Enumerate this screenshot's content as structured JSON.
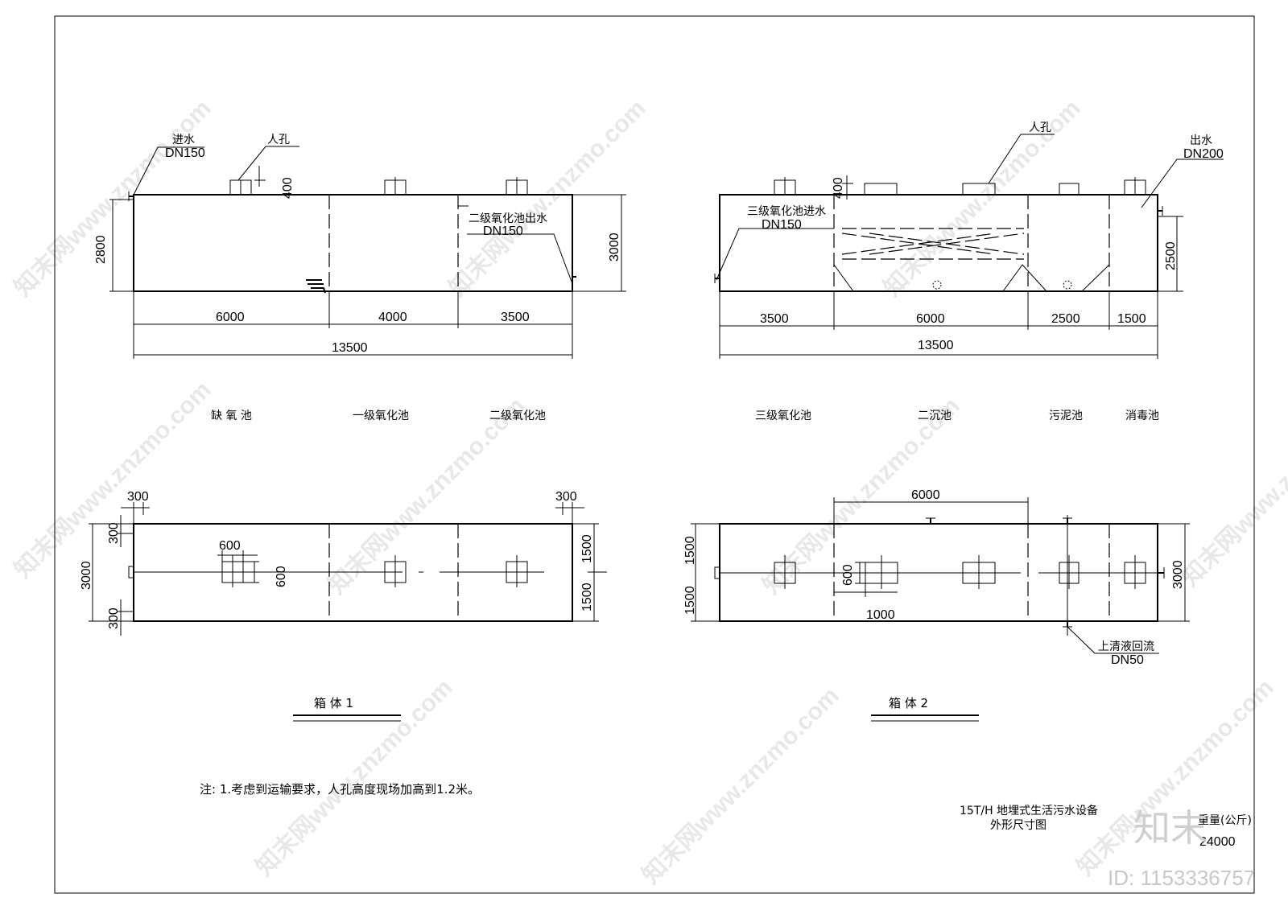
{
  "tank1": {
    "inlet_label": "进水",
    "inlet_size": "DN150",
    "manhole_label": "人孔",
    "manhole_height": "400",
    "height_left": "2800",
    "height_right": "3000",
    "outlet_label": "二级氧化池出水",
    "outlet_size": "DN150",
    "seg_1": "6000",
    "seg_2": "4000",
    "seg_3": "3500",
    "total": "13500",
    "name_1": "缺 氧 池",
    "name_2": "一级氧化池",
    "name_3": "二级氧化池",
    "plan_left_offset": "300",
    "plan_right_offset": "300",
    "plan_top_offset": "300",
    "plan_bottom_offset": "300",
    "plan_width": "3000",
    "plan_manhole_size": "600",
    "plan_manhole_size_v": "600",
    "plan_half_top": "1500",
    "plan_half_bottom": "1500",
    "caption": "箱    体 1"
  },
  "tank2": {
    "manhole_label": "人孔",
    "manhole_height": "400",
    "outlet_label": "出水",
    "outlet_size": "DN200",
    "inlet_label": "三级氧化池进水",
    "inlet_size": "DN150",
    "height_right": "2500",
    "seg_1": "3500",
    "seg_2": "6000",
    "seg_3": "2500",
    "seg_4": "1500",
    "total": "13500",
    "name_1": "三级氧化池",
    "name_2": "二沉池",
    "name_3": "污泥池",
    "name_4": "消毒池",
    "plan_top_dim": "6000",
    "plan_half_top": "1500",
    "plan_half_bottom": "1500",
    "plan_width": "3000",
    "plan_manhole_size": "600",
    "plan_manhole_offset": "1000",
    "return_label": "上清液回流",
    "return_size": "DN50",
    "caption": "箱    体 2"
  },
  "note": "注: 1.考虑到运输要求，人孔高度现场加高到1.2米。",
  "title_block": {
    "title_1": "15T/H  地埋式生活污水设备",
    "title_2": "外形尺寸图",
    "weight_label": "重量(公斤)",
    "weight_value": "24000"
  },
  "watermark": {
    "logo": "知末",
    "id": "ID: 1153336757",
    "site": "知末网www.znzmo.com"
  }
}
